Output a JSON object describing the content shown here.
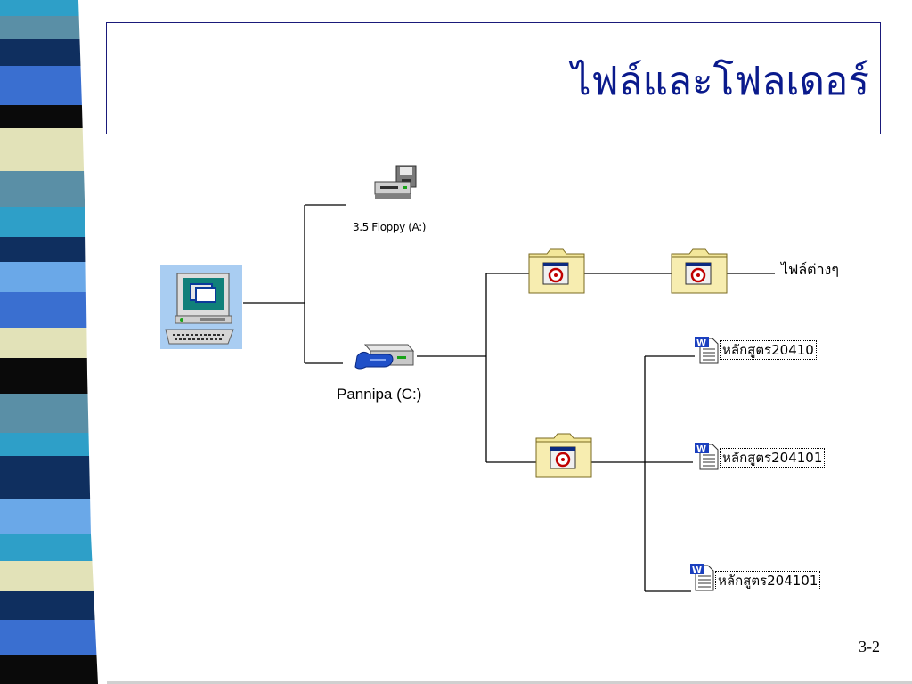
{
  "slide": {
    "title": "ไฟล์และโฟลเดอร์",
    "page_number": "3-2"
  },
  "tree": {
    "floppy_label": "3.5 Floppy (A:)",
    "drive_label": "Pannipa (C:)",
    "files_label": "ไฟล์ต่างๆ",
    "documents": [
      "หลักสูตร20410",
      "หลักสูตร204101",
      "หลักสูตร204101"
    ]
  },
  "icons": {
    "computer": "computer-icon",
    "floppy": "floppy-drive-icon",
    "drive": "shared-hard-drive-icon",
    "folder": "folder-icon",
    "document": "word-document-icon"
  },
  "colors": {
    "title": "#0a1a8c",
    "frame": "#1a1a7a",
    "connector": "#000000",
    "folder": "#f3e79a"
  }
}
